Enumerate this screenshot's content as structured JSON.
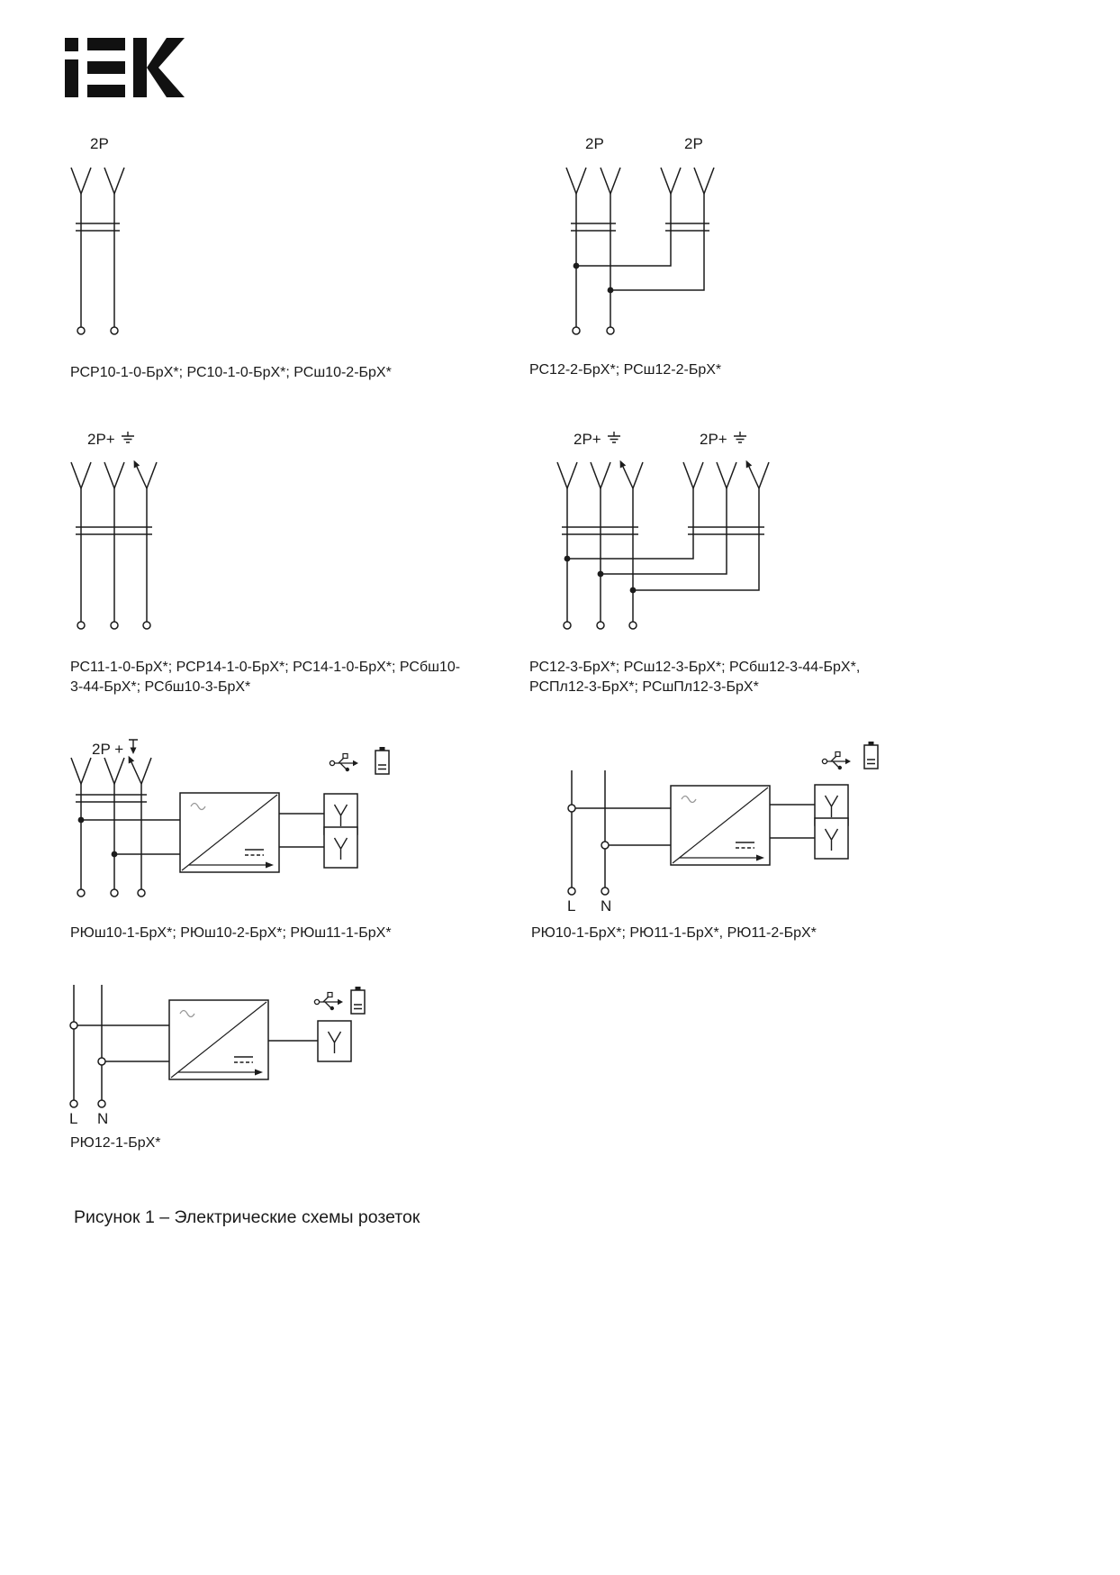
{
  "page": {
    "logo_alt": "IEK",
    "figure_caption": "Рисунок 1 – Электрические схемы розеток"
  },
  "labels": {
    "pole_2p": "2P",
    "pole_2p_earth": "2P+",
    "pole_2p_earth_spaced": "2P +",
    "line": "L",
    "neutral": "N"
  },
  "captions": {
    "d1": "РСР10-1-0-БрХ*; РС10-1-0-БрХ*; РСш10-2-БрХ*",
    "d2": "РС12-2-БрХ*; РСш12-2-БрХ*",
    "d3": "РС11-1-0-БрХ*; РСР14-1-0-БрХ*; РС14-1-0-БрХ*; РСбш10-\n3-44-БрХ*; РСбш10-3-БрХ*",
    "d4": "РС12-3-БрХ*; РСш12-3-БрХ*; РСбш12-3-44-БрХ*,\nРСПл12-3-БрХ*; РСшПл12-3-БрХ*",
    "d5": "РЮш10-1-БрХ*; РЮш10-2-БрХ*; РЮш11-1-БрХ*",
    "d6": "РЮ10-1-БрХ*; РЮ11-1-БрХ*, РЮ11-2-БрХ*",
    "d7": "РЮ12-1-БрХ*"
  }
}
